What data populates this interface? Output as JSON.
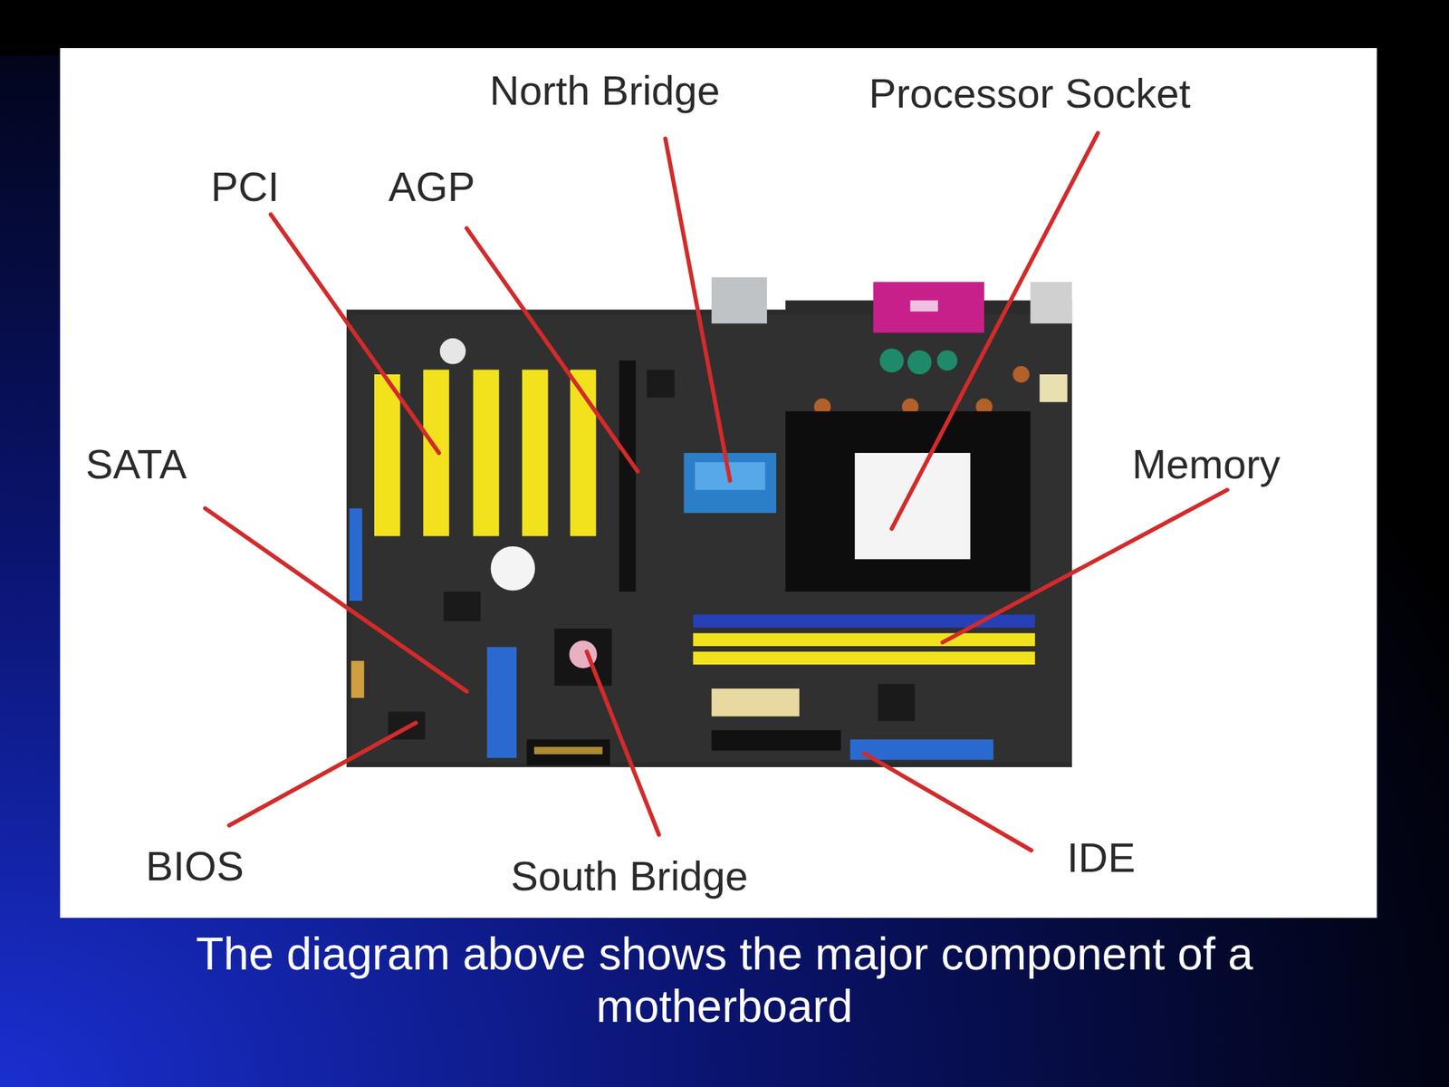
{
  "diagram": {
    "caption": "The diagram above shows the major component of a motherboard",
    "labels": [
      "North Bridge",
      "Processor Socket",
      "PCI",
      "AGP",
      "SATA",
      "Memory",
      "BIOS",
      "South Bridge",
      "IDE"
    ]
  }
}
